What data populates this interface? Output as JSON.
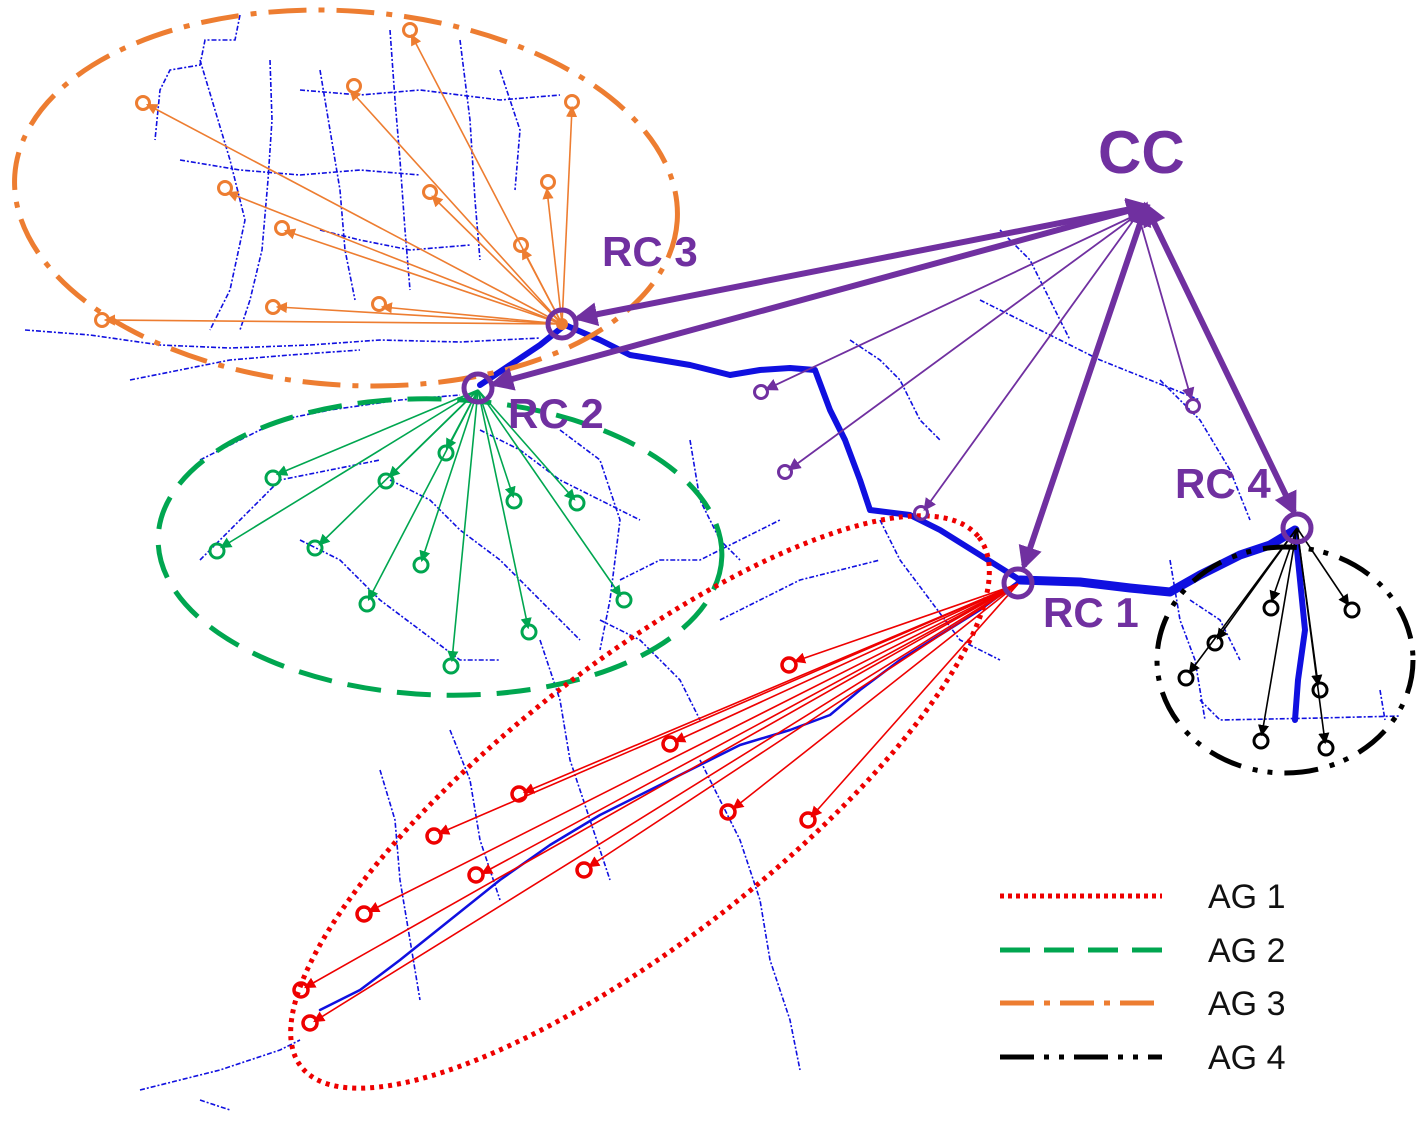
{
  "colors": {
    "purple": "#7030A0",
    "blue": "#1010E0",
    "red": "#EE0000",
    "green": "#00A650",
    "orange": "#ED7D31",
    "black": "#000000"
  },
  "labels": {
    "cc": "CC",
    "rc1": "RC 1",
    "rc2": "RC 2",
    "rc3": "RC 3",
    "rc4": "RC 4"
  },
  "legend": [
    {
      "name": "AG 1",
      "style": "dotted",
      "color": "#EE0000"
    },
    {
      "name": "AG 2",
      "style": "dashed",
      "color": "#00A650"
    },
    {
      "name": "AG 3",
      "style": "dash-dot",
      "color": "#ED7D31"
    },
    {
      "name": "AG 4",
      "style": "dash-dot-dot",
      "color": "#000000"
    }
  ]
}
